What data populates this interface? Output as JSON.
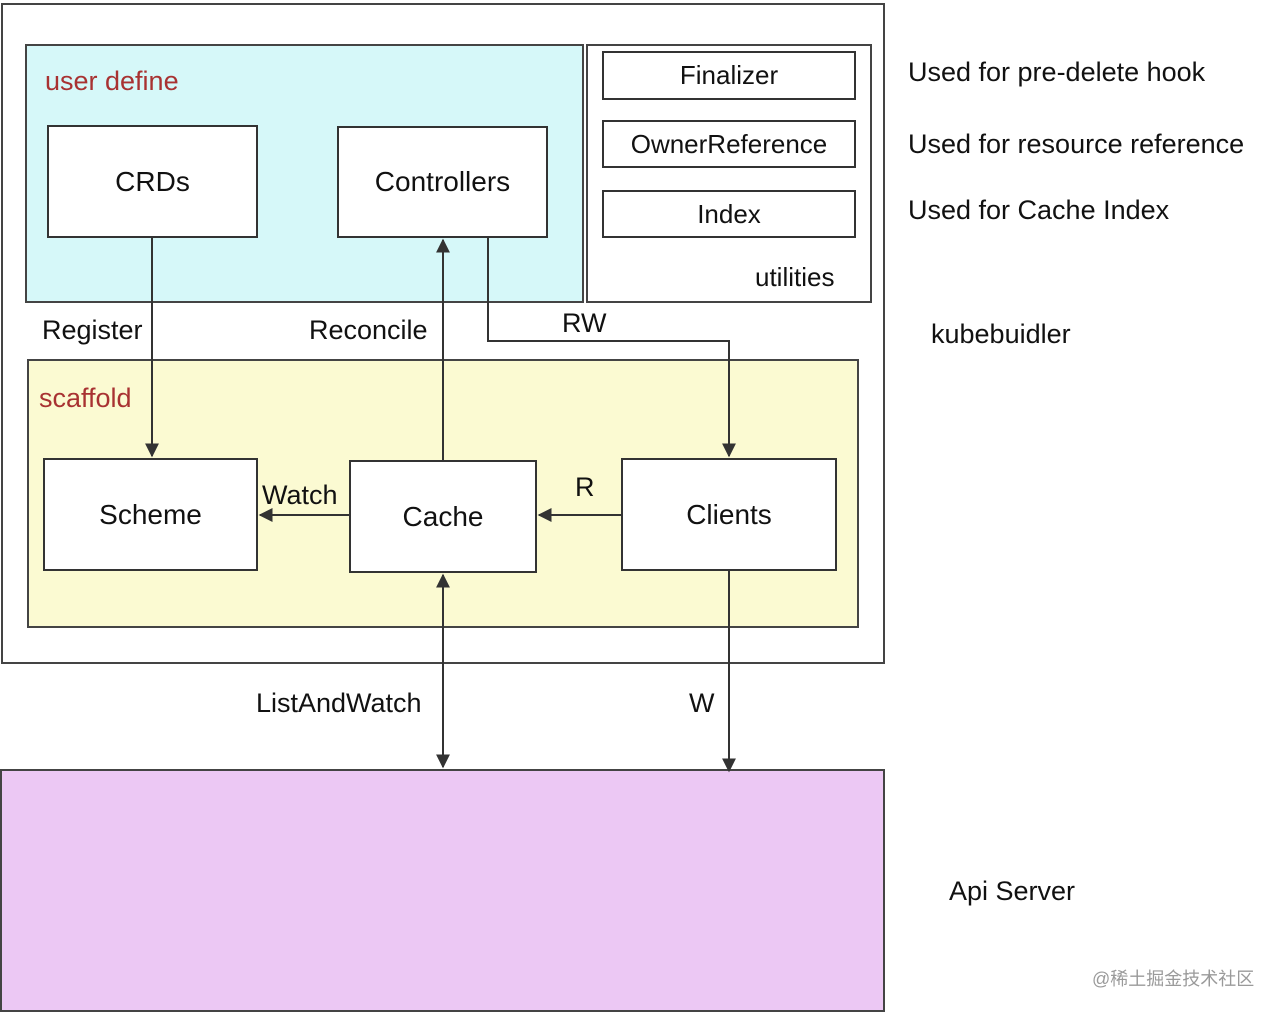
{
  "regions": {
    "user_define": {
      "title": "user define",
      "fill": "#d6f8f9"
    },
    "utilities": {
      "title": "utilities",
      "fill": "#ffffff"
    },
    "scaffold": {
      "title": "scaffold",
      "fill": "#fbfad2"
    },
    "api_server": {
      "fill": "#ecc8f4"
    }
  },
  "boxes": {
    "crds": "CRDs",
    "controllers": "Controllers",
    "scheme": "Scheme",
    "cache": "Cache",
    "clients": "Clients"
  },
  "utilities": {
    "finalizer": "Finalizer",
    "owner_reference": "OwnerReference",
    "index": "Index"
  },
  "edge_labels": {
    "register": "Register",
    "reconcile": "Reconcile",
    "rw": "RW",
    "watch": "Watch",
    "r": "R",
    "list_and_watch": "ListAndWatch",
    "w": "W"
  },
  "side_notes": {
    "finalizer_note": "Used for pre-delete hook",
    "owner_reference_note": "Used for resource reference",
    "index_note": "Used for Cache Index",
    "kubebuilder": "kubebuidler",
    "api_server": "Api Server"
  },
  "watermark": "@稀土掘金技术社区",
  "colors": {
    "title_red": "#a83232",
    "line": "#333333"
  }
}
